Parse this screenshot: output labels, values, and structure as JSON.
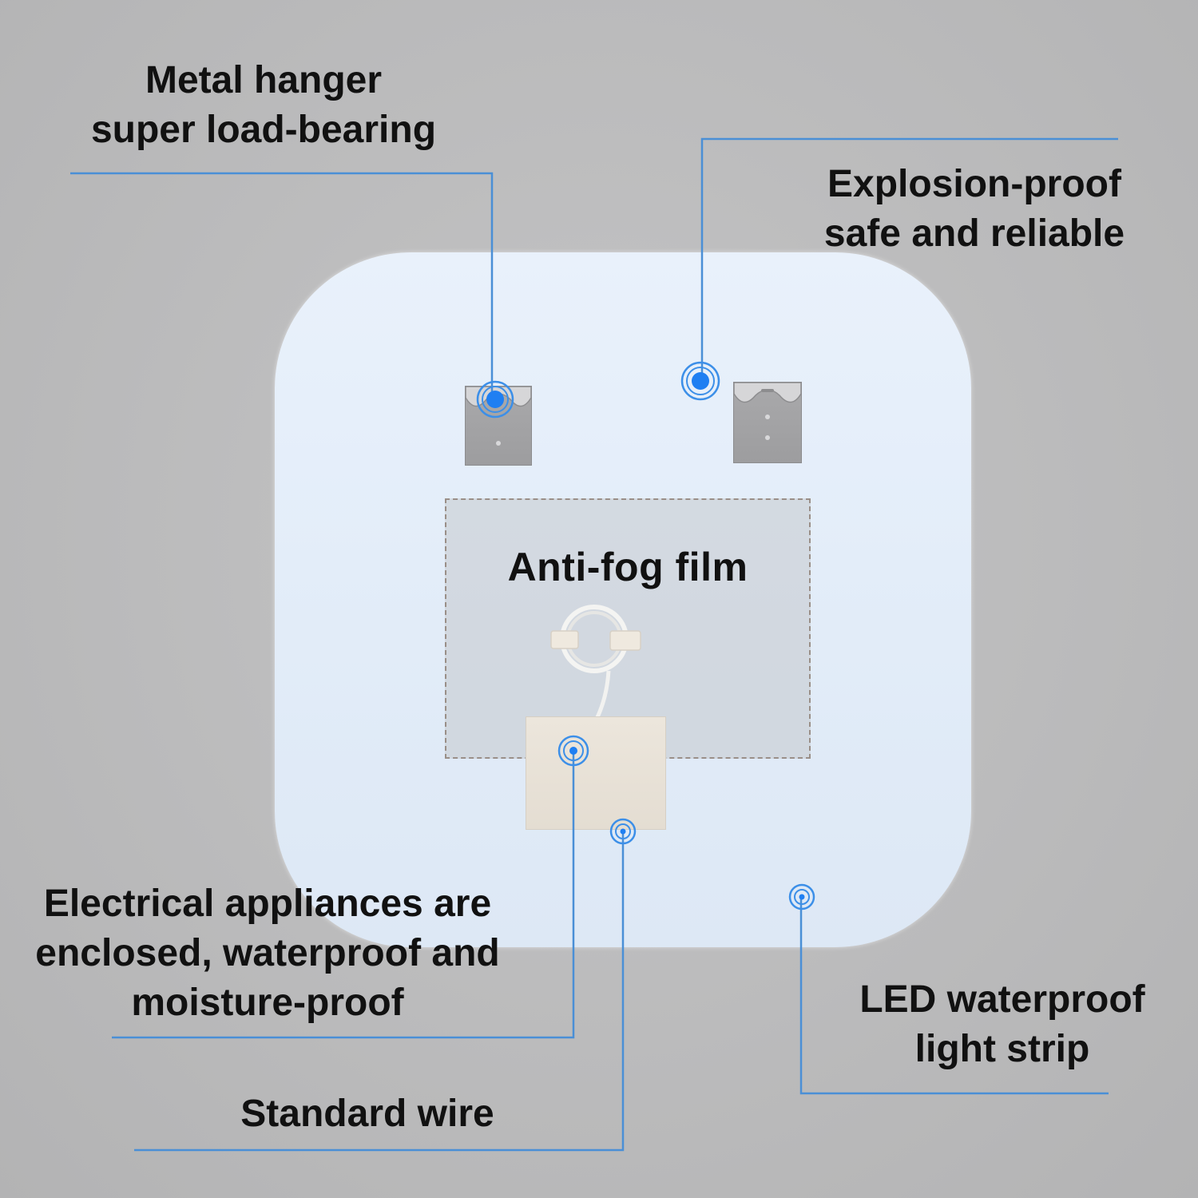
{
  "callouts": {
    "metal_hanger": {
      "line1": "Metal hanger",
      "line2": "super load-bearing"
    },
    "explosion_proof": {
      "line1": "Explosion-proof",
      "line2": "safe and reliable"
    },
    "anti_fog": "Anti-fog film",
    "electrical": {
      "line1": "Electrical appliances are",
      "line2": "enclosed, waterproof and",
      "line3": "moisture-proof"
    },
    "standard_wire": "Standard wire",
    "led_strip": {
      "line1": "LED waterproof",
      "line2": "light strip"
    }
  },
  "colors": {
    "leader_line": "#4a8fd6",
    "marker_dot": "#1f7ff2",
    "background": "#b9b9ba",
    "mirror": "#e3edf9"
  }
}
